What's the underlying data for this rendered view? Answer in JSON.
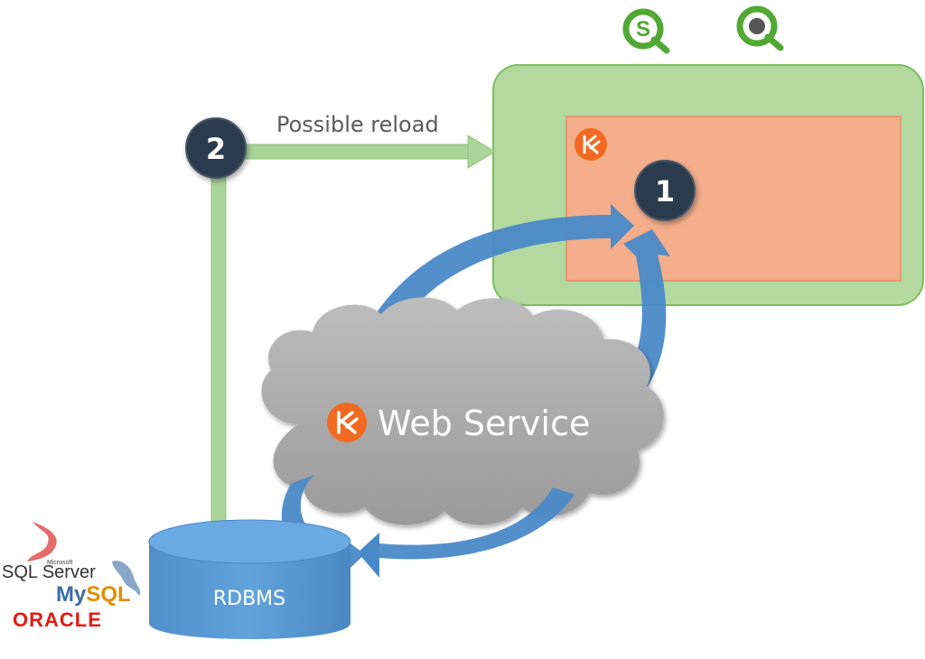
{
  "badges": {
    "app": "1",
    "reload": "2"
  },
  "reload_label": "Possible reload",
  "cloud_label": "Web Service",
  "database_label": "RDBMS",
  "vendor_logos": {
    "sql_server_small": "Microsoft",
    "sql_server": "SQL Server",
    "mysql_my": "My",
    "mysql_sql": "SQL",
    "oracle": "ORACLE"
  },
  "extension_logo": "K",
  "colors": {
    "outer_box": "#b3d9a1",
    "outer_border": "#7cbf5d",
    "inner_box": "#f4ae8c",
    "inner_border": "#e98a60",
    "badge": "#2c3a4e",
    "reload_line": "#a9d49a",
    "blue_arrow": "#4a89c8",
    "cloud": "#a8a8a8",
    "cylinder": "#5a9bd5",
    "k_logo": "#f26a21",
    "qlik_green": "#52a835",
    "oracle_red": "#e41b13",
    "mysql_blue": "#3a6ea5",
    "mysql_orange": "#e48e00"
  },
  "icons": {
    "qlik_sense": "qlik-sense-icon",
    "qlikview": "qlikview-icon",
    "extension": "k-extension-icon",
    "database": "database-cylinder-icon",
    "sql_server": "sql-server-logo",
    "mysql": "mysql-logo",
    "oracle": "oracle-logo"
  }
}
